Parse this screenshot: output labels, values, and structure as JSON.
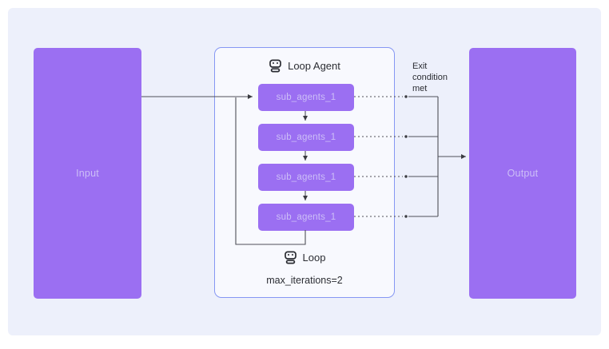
{
  "diagram": {
    "input": {
      "label": "Input"
    },
    "output": {
      "label": "Output"
    },
    "loop_agent": {
      "title": "Loop Agent",
      "sub_agents": [
        "sub_agents_1",
        "sub_agents_1",
        "sub_agents_1",
        "sub_agents_1"
      ],
      "loop_label": "Loop",
      "max_iterations": "max_iterations=2"
    },
    "exit_condition": "Exit\ncondition\nmet",
    "icons": {
      "header_icon": "robot-icon",
      "footer_icon": "robot-icon"
    },
    "colors": {
      "node_purple": "#9B6FF2",
      "node_text": "#CDBFF7",
      "canvas_background": "#EDF0FB",
      "container_background": "#F8F9FE",
      "container_border": "#8697F3",
      "connector_line": "#4F5058",
      "label_text": "#2B2D33"
    }
  }
}
